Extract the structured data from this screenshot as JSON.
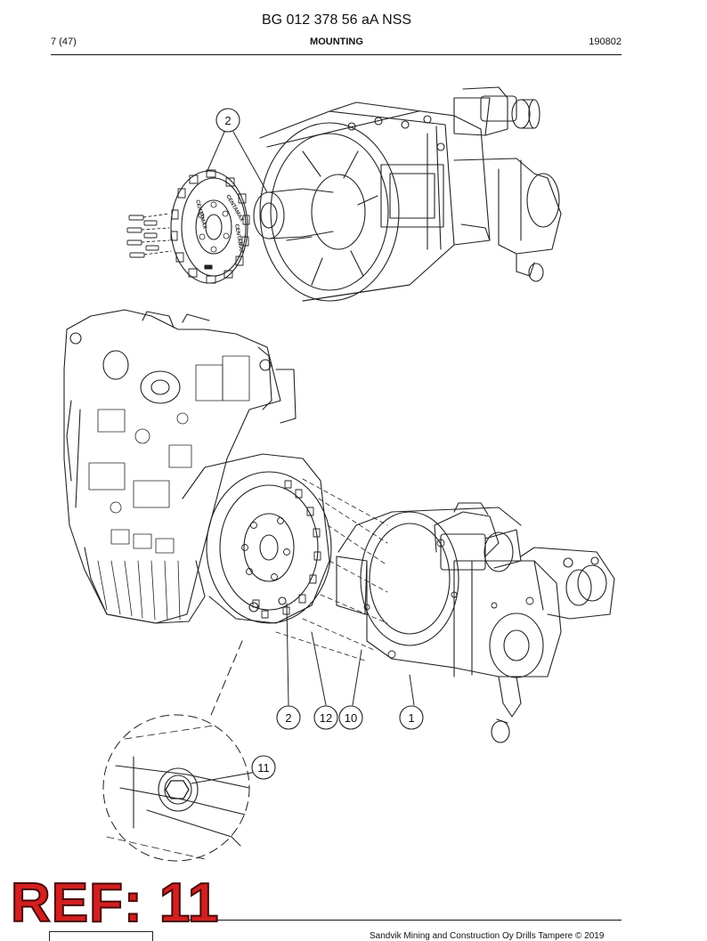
{
  "header": {
    "doc_number": "BG 012 378 56 aA NSS",
    "page_count": "7 (47)",
    "section_title": "MOUNTING",
    "revision": "190802"
  },
  "callouts": {
    "top_2": "2",
    "bottom_2": "2",
    "c12": "12",
    "c10": "10",
    "c1": "1",
    "c11": "11"
  },
  "flywheel_text": {
    "brand_1": "CENTAMAX",
    "brand_2": "CENTAMAX",
    "brand_3": "CENTAMAX"
  },
  "footer": {
    "copyright": "Sandvik Mining and Construction Oy Drills Tampere © 2019",
    "ref_label": "REF: 11"
  }
}
